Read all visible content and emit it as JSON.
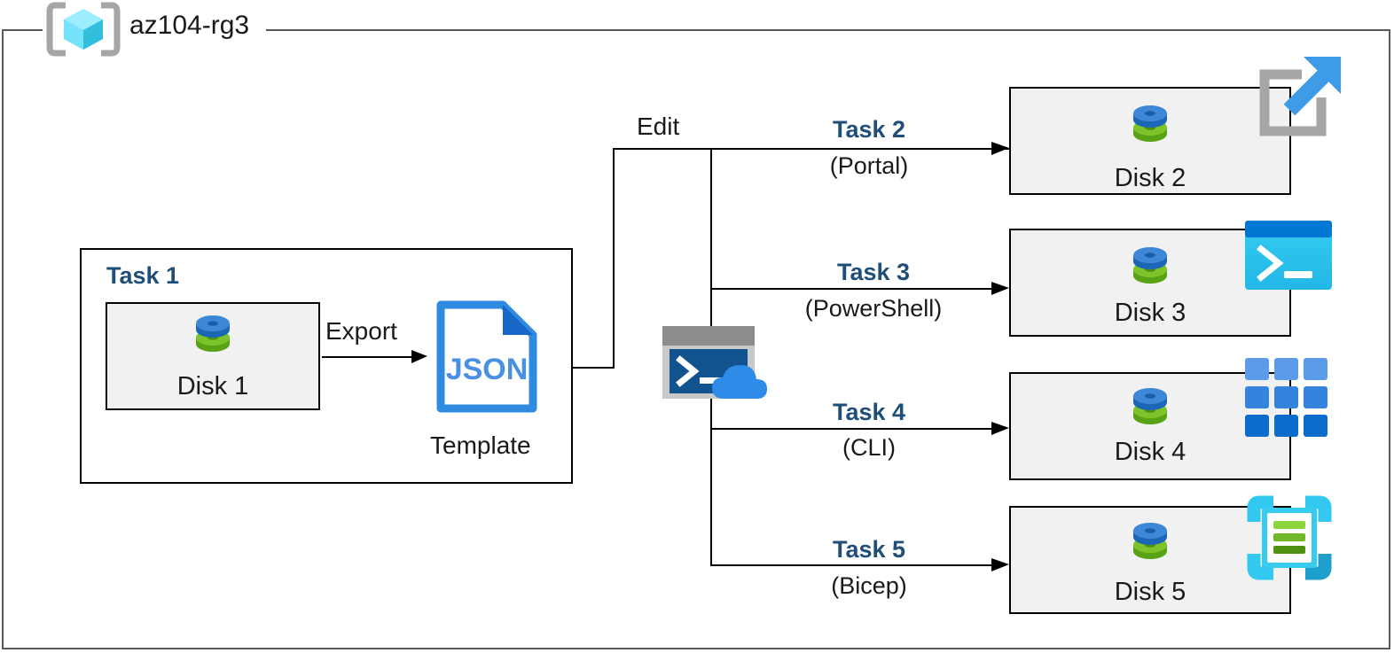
{
  "diagram": {
    "resource_group": {
      "name": "az104-rg3",
      "icon": "resource-group-icon"
    },
    "task1": {
      "title": "Task 1",
      "disk": {
        "label": "Disk 1",
        "icon": "disk-icon"
      },
      "export_label": "Export",
      "template": {
        "label": "Template",
        "icon": "json-file-icon",
        "text": "JSON"
      }
    },
    "edit_label": "Edit",
    "cloud_shell": {
      "icon": "cloud-shell-icon"
    },
    "branches": [
      {
        "task": "Task 2",
        "tool": "(Portal)",
        "disk": "Disk 2",
        "service_icon": "azure-portal-icon"
      },
      {
        "task": "Task 3",
        "tool": "(PowerShell)",
        "disk": "Disk 3",
        "service_icon": "powershell-icon"
      },
      {
        "task": "Task 4",
        "tool": "(CLI)",
        "disk": "Disk 4",
        "service_icon": "azure-cli-icon"
      },
      {
        "task": "Task 5",
        "tool": "(Bicep)",
        "disk": "Disk 5",
        "service_icon": "bicep-icon"
      }
    ],
    "colors": {
      "task_title": "#1F4E79",
      "frame_border": "#595959",
      "box_border": "#000000",
      "disk_box_fill": "#F1F1F1",
      "azure_blue": "#0078D4",
      "cyan": "#32C8F0",
      "disk_blue": "#3E87D6",
      "disk_green": "#6FB829",
      "icon_grey": "#A6A6A6"
    }
  }
}
